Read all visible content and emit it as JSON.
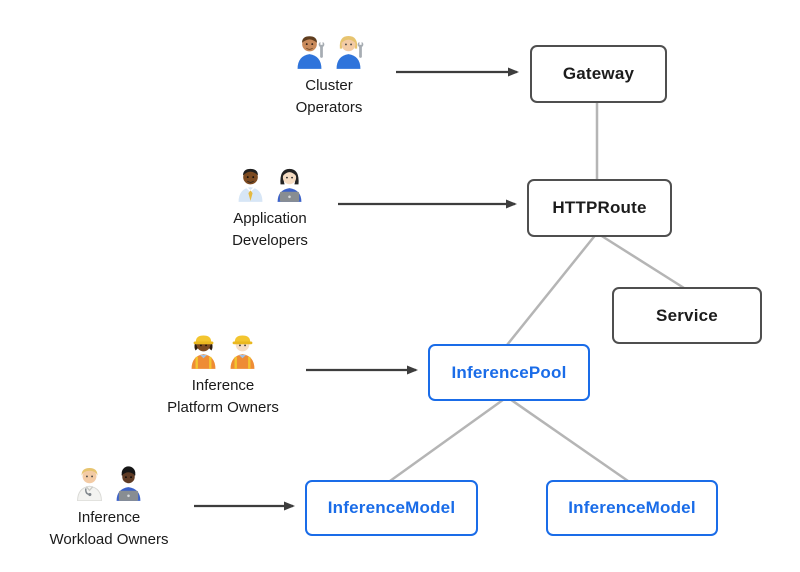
{
  "diagram": {
    "kind": "resource-hierarchy-diagram"
  },
  "nodes": [
    {
      "id": "gateway",
      "label": "Gateway",
      "style": "gray"
    },
    {
      "id": "httproute",
      "label": "HTTPRoute",
      "style": "gray"
    },
    {
      "id": "service",
      "label": "Service",
      "style": "gray"
    },
    {
      "id": "inference-pool",
      "label": "InferencePool",
      "style": "blue"
    },
    {
      "id": "inference-model-left",
      "label": "InferenceModel",
      "style": "blue"
    },
    {
      "id": "inference-model-right",
      "label": "InferenceModel",
      "style": "blue"
    }
  ],
  "actors": [
    {
      "id": "cluster-operators",
      "label": [
        "Cluster",
        "Operators"
      ],
      "icons": [
        {
          "name": "man-mechanic-icon",
          "emoji": "👨🏽‍🔧"
        },
        {
          "name": "woman-mechanic-icon",
          "emoji": "👩🏼‍🔧"
        }
      ]
    },
    {
      "id": "application-developers",
      "label": [
        "Application",
        "Developers"
      ],
      "icons": [
        {
          "name": "man-office-worker-icon",
          "emoji": "👨🏾‍💼"
        },
        {
          "name": "woman-technologist-icon",
          "emoji": "👩🏻‍💻"
        }
      ]
    },
    {
      "id": "inference-platform-owners",
      "label": [
        "Inference",
        "Platform Owners"
      ],
      "icons": [
        {
          "name": "woman-construction-worker-icon",
          "emoji": "👷🏾‍♀️"
        },
        {
          "name": "man-construction-worker-icon",
          "emoji": "👷🏻"
        }
      ]
    },
    {
      "id": "inference-workload-owners",
      "label": [
        "Inference",
        "Workload Owners"
      ],
      "icons": [
        {
          "name": "health-worker-icon",
          "emoji": "🧑🏼‍⚕️"
        },
        {
          "name": "man-technologist-dark-icon",
          "emoji": "🧑🏿‍💻"
        }
      ]
    }
  ],
  "edges": [
    {
      "from": "gateway",
      "to": "httproute",
      "style": "gray-line"
    },
    {
      "from": "httproute",
      "to": "service",
      "style": "gray-line"
    },
    {
      "from": "httproute",
      "to": "inference-pool",
      "style": "gray-line"
    },
    {
      "from": "inference-pool",
      "to": "inference-model-left",
      "style": "gray-line"
    },
    {
      "from": "inference-pool",
      "to": "inference-model-right",
      "style": "gray-line"
    },
    {
      "from": "cluster-operators",
      "to": "gateway",
      "style": "black-arrow"
    },
    {
      "from": "application-developers",
      "to": "httproute",
      "style": "black-arrow"
    },
    {
      "from": "inference-platform-owners",
      "to": "inference-pool",
      "style": "black-arrow"
    },
    {
      "from": "inference-workload-owners",
      "to": "inference-model-left",
      "style": "black-arrow"
    }
  ],
  "colors": {
    "background": "#ffffff",
    "gray_node_border": "#4f4f4f",
    "gray_node_text": "#1c1c1c",
    "blue_accent": "#1a6ce8",
    "connector_gray": "#b5b5b5",
    "arrow_black": "#3d3d3d",
    "label_text": "#1a1a1a"
  }
}
